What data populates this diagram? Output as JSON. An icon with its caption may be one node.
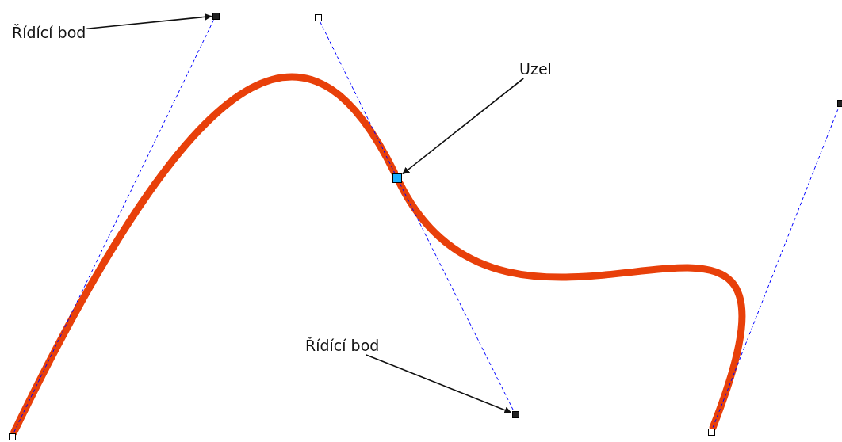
{
  "diagram": {
    "nodes": [
      {
        "text": [
          "Řídící bod"
        ]
      },
      {
        "text": [],
        "shape": "box"
      },
      {
        "text": [],
        "shape": "box"
      },
      {
        "text": [
          "Uzel"
        ]
      },
      {
        "text": [],
        "shape": "box"
      },
      {
        "text": [],
        "shape": "box"
      },
      {
        "text": [
          "Řídící bod"
        ]
      },
      {
        "text": [],
        "shape": "box"
      },
      {
        "text": [],
        "shape": "box"
      },
      {
        "text": [],
        "shape": "box"
      }
    ],
    "edges": [
      {
        "from": 0,
        "to": 1,
        "arrow": "to",
        "color": "#111111"
      },
      {
        "from": 3,
        "to": 4,
        "arrow": "to",
        "color": "#111111"
      },
      {
        "from": 6,
        "to": 8,
        "arrow": "to",
        "color": "#111111"
      },
      {
        "from": 7,
        "to": 1,
        "arrow": "none",
        "style": "dashed",
        "color": "#0000ff"
      },
      {
        "from": 2,
        "to": 4,
        "arrow": "none",
        "style": "dashed",
        "color": "#0000ff"
      },
      {
        "from": 4,
        "to": 8,
        "arrow": "none",
        "style": "dashed",
        "color": "#0000ff"
      },
      {
        "from": 9,
        "to": 5,
        "arrow": "none",
        "style": "dashed",
        "color": "#0000ff"
      },
      {
        "from": 7,
        "to": 4,
        "arrow": "none",
        "style": "thick",
        "color": "#e8400a"
      },
      {
        "from": 4,
        "to": 9,
        "arrow": "none",
        "style": "thick",
        "color": "#e8400a"
      }
    ]
  }
}
